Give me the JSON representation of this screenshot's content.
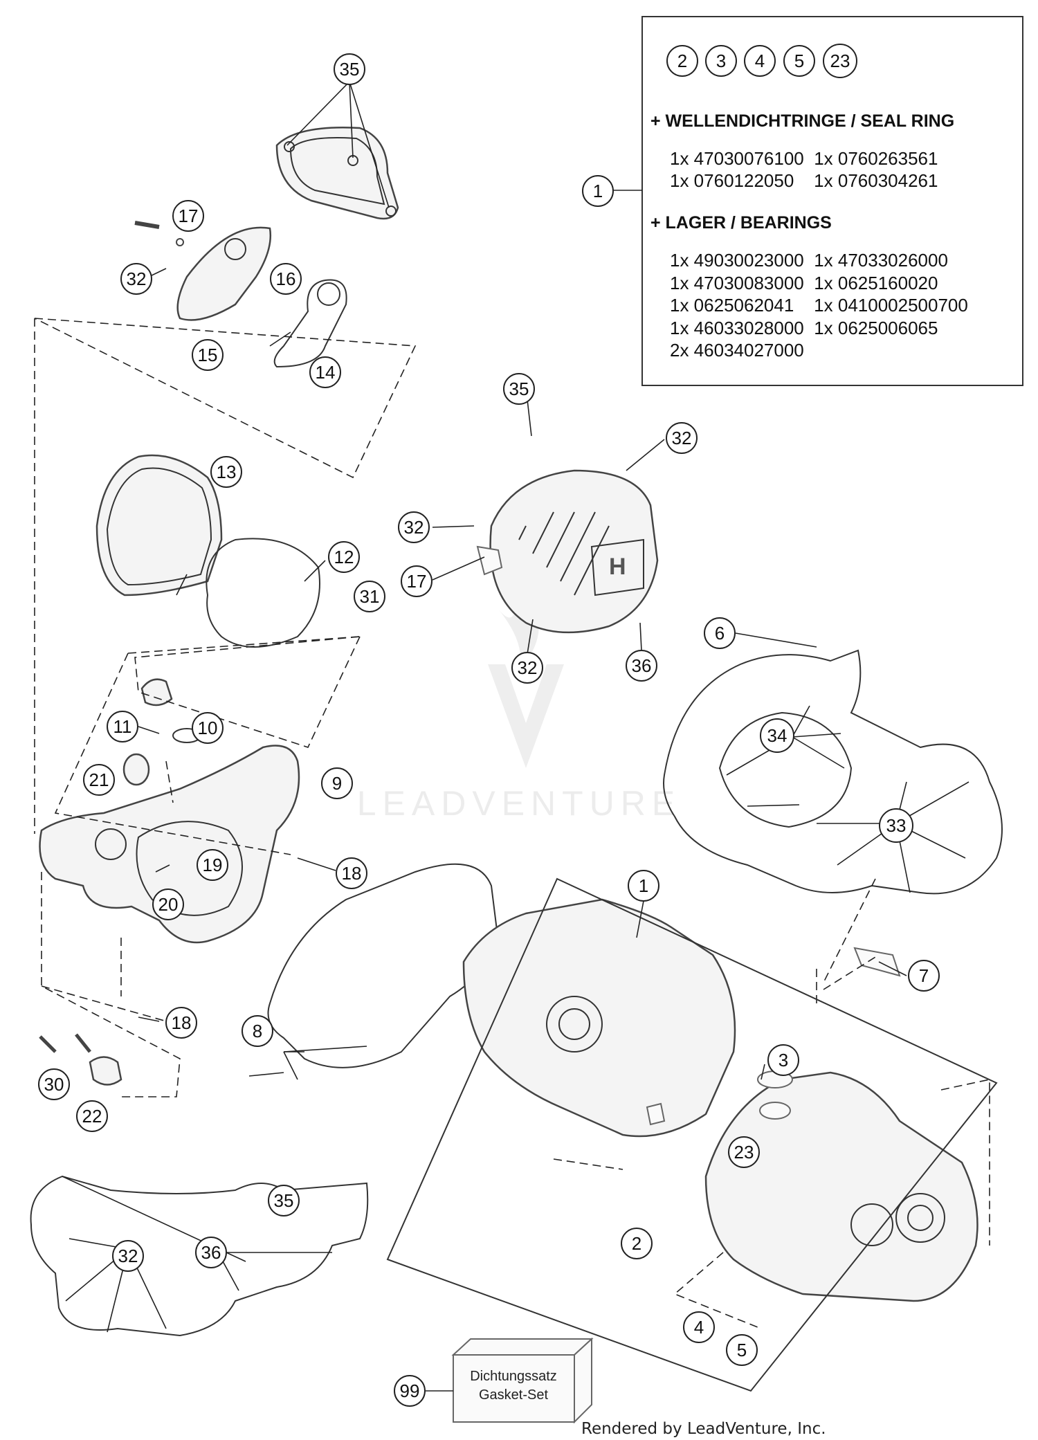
{
  "watermark": "LEADVENTURE",
  "footer": "Rendered by LeadVenture, Inc.",
  "info_box": {
    "callouts": [
      "2",
      "3",
      "4",
      "5",
      "23"
    ],
    "seal_heading": "+ WELLENDICHTRINGE / SEAL RING",
    "seal_lines": [
      "1x 47030076100  1x 0760263561",
      "1x 0760122050    1x 0760304261"
    ],
    "bearing_heading": "+ LAGER / BEARINGS",
    "bearing_lines": [
      "1x 49030023000  1x 47033026000",
      "1x 47030083000  1x 0625160020",
      "1x 0625062041    1x 0410002500700",
      "1x 46033028000  1x 0625006065",
      "2x 46034027000"
    ]
  },
  "gasket_set": {
    "label_de": "Dichtungssatz",
    "label_en": "Gasket-Set",
    "callout": "99"
  },
  "callouts": [
    "35",
    "17",
    "32",
    "16",
    "15",
    "14",
    "13",
    "12",
    "11",
    "10",
    "21",
    "9",
    "18",
    "19",
    "20",
    "18",
    "8",
    "30",
    "22",
    "35",
    "32",
    "36",
    "1",
    "35",
    "32",
    "32",
    "17",
    "31",
    "32",
    "36",
    "6",
    "34",
    "33",
    "1",
    "7",
    "3",
    "23",
    "2",
    "4",
    "5"
  ]
}
